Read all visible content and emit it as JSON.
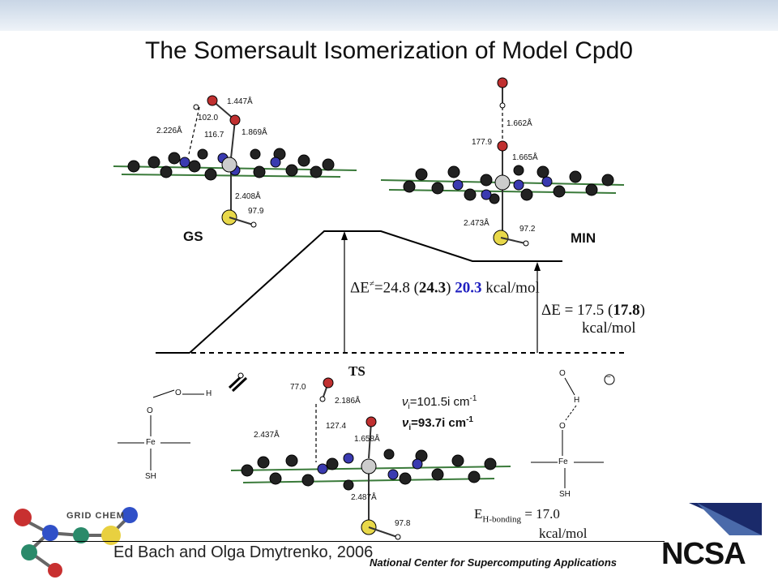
{
  "title": "The Somersault Isomerization of Model Cpd0",
  "states": {
    "gs": "GS",
    "min": "MIN",
    "ts": "TS"
  },
  "gs_labels": {
    "d1": "1.447Å",
    "a1": "102.0",
    "d2": "2.226Å",
    "a2": "116.7",
    "d3": "1.869Å",
    "d4": "2.408Å",
    "a3": "97.9"
  },
  "min_labels": {
    "d1": "1.662Å",
    "a1": "177.9",
    "d2": "1.665Å",
    "d3": "2.473Å",
    "a2": "97.2"
  },
  "ts_labels": {
    "a1": "77.0",
    "d1": "2.186Å",
    "a2": "127.4",
    "d2": "2.437Å",
    "d3": "1.658Å",
    "d4": "2.487Å",
    "a3": "97.8"
  },
  "barrier": {
    "prefix": "ΔE",
    "sup": "≠",
    "value": "=24.8 (",
    "value_bold": "24.3",
    "mid": ") ",
    "value_blue": "20.3",
    "unit": " kcal/mol"
  },
  "reaction": {
    "line1_prefix": "ΔE = 17.5 (",
    "line1_bold": "17.8",
    "line1_suffix": ")",
    "line2": "kcal/mol"
  },
  "frequencies": {
    "f1_v": "ν",
    "f1_sub": "i",
    "f1_rest": "=101.5i cm",
    "f1_sup": "-1",
    "f2_v": "ν",
    "f2_sub": "i",
    "f2_rest": "=93.7i cm",
    "f2_sup": "-1"
  },
  "hbond": {
    "prefix": "E",
    "sub": "H-bonding",
    "value": " = 17.0",
    "unit": "kcal/mol"
  },
  "left_scheme": {
    "o1": "O",
    "h": "H",
    "o2": "O",
    "fe": "Fe",
    "sh": "SH"
  },
  "right_scheme": {
    "o1": "O",
    "h": "H",
    "o2": "O",
    "fe": "Fe",
    "sh": "SH",
    "charge": "−"
  },
  "footer": {
    "credit": "Ed Bach and Olga Dmytrenko, 2006",
    "institution": "National Center for Supercomputing Applications",
    "logo_left": "GRID CHEM",
    "logo_right": "NCSA"
  },
  "colors": {
    "blue_highlight": "#2020c0",
    "oxygen": "#c03030",
    "nitrogen": "#3a3ab0",
    "sulfur": "#e8d84a"
  }
}
